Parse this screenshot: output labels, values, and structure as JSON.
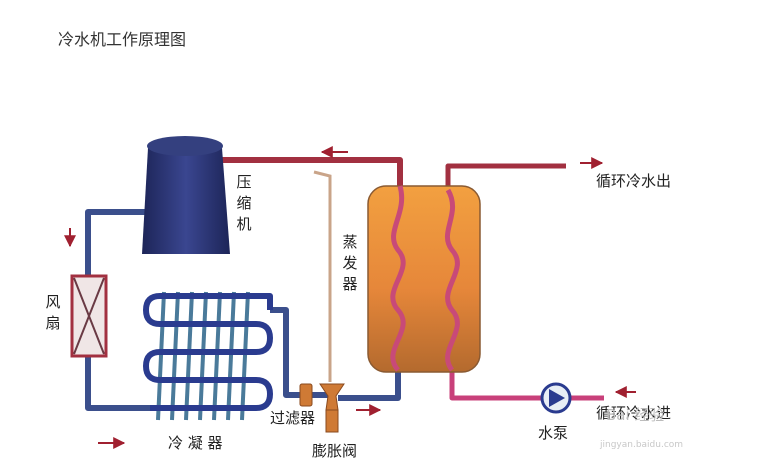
{
  "diagram": {
    "title": "冷水机工作原理图",
    "labels": {
      "compressor": "压缩机",
      "evaporator": "蒸发器",
      "fan": "风扇",
      "condenser": "冷 凝 器",
      "filter": "过滤器",
      "expansion_valve": "膨胀阀",
      "water_pump": "水泵",
      "chilled_water_out": "循环冷水出",
      "chilled_water_in": "循环冷水进"
    },
    "watermark": {
      "text": "Bai 经验",
      "url": "jingyan.baidu.com"
    },
    "colors": {
      "hot_pipe": "#a23040",
      "cold_pipe": "#3b4f8c",
      "compressor": "#26306a",
      "condenser_coil": "#2a3b8f",
      "fins": "#4a7a9a",
      "tank_top": "#f2a040",
      "tank_bottom": "#b46a2e",
      "water_pipe": "#c8407a",
      "arrow": "#a02030"
    }
  }
}
